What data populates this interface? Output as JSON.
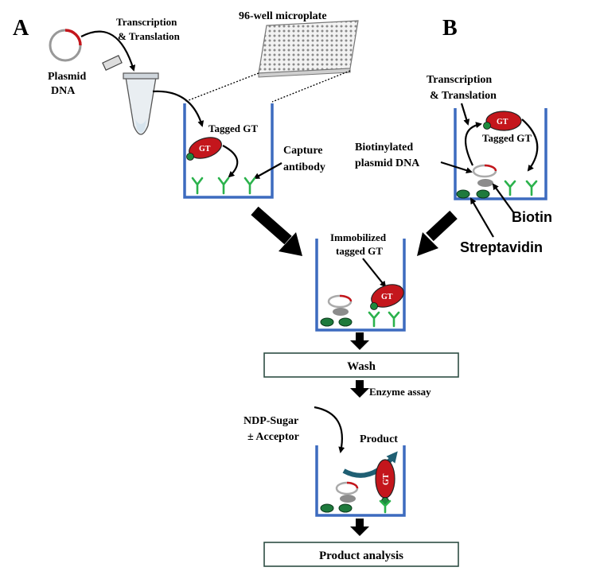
{
  "panels": {
    "a": "A",
    "b": "B"
  },
  "labels": {
    "plasmid_line1": "Plasmid",
    "plasmid_line2": "DNA",
    "tt_a_line1": "Transcription",
    "tt_a_line2": "& Translation",
    "microplate": "96-well microplate",
    "tagged_gt_a": "Tagged GT",
    "capture_line1": "Capture",
    "capture_line2": "antibody",
    "tt_b_line1": "Transcription",
    "tt_b_line2": "& Translation",
    "tagged_gt_b": "Tagged GT",
    "biotinylated_line1": "Biotinylated",
    "biotinylated_line2": "plasmid DNA",
    "biotin": "Biotin",
    "streptavidin": "Streptavidin",
    "immobilized_line1": "Immobilized",
    "immobilized_line2": "tagged GT",
    "enzyme_assay": "Enzyme assay",
    "ndp_line1": "NDP-Sugar",
    "ndp_line2": "± Acceptor",
    "product": "Product",
    "gt": "GT"
  },
  "boxes": {
    "wash": "Wash",
    "analysis": "Product analysis"
  },
  "colors": {
    "well_wall": "#3d6bbf",
    "gt_fill": "#c4161c",
    "antibody": "#2bb24c",
    "streptavidin": "#1e7a3c",
    "plasmid_marker": "#c4161c",
    "box_border": "#2e4e44",
    "product_arrow": "#1f5f73"
  }
}
